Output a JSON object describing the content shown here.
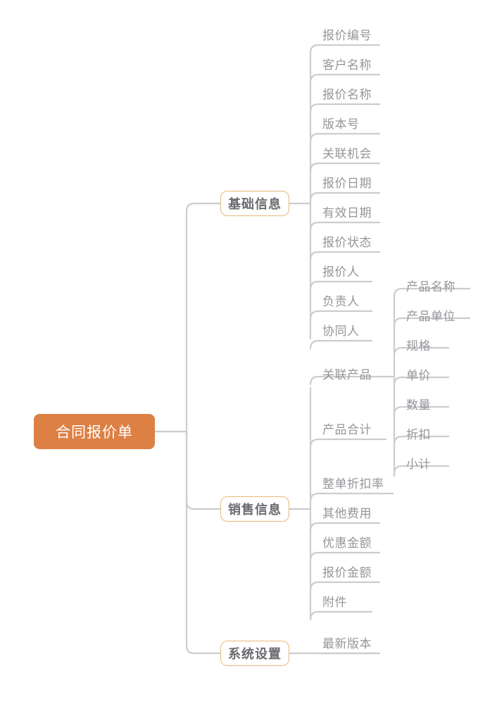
{
  "diagram": {
    "type": "mindmap",
    "title": "合同报价单",
    "colors": {
      "root_fill": "#DD8044",
      "root_text": "#FFFFFF",
      "branch_border": "#E8B878",
      "branch_text": "#6B6B70",
      "leaf_text": "#96969B",
      "connector": "#CCCCD1",
      "background": "#FFFFFF"
    },
    "root": {
      "label": "合同报价单"
    },
    "branches": [
      {
        "label": "基础信息",
        "children": [
          {
            "label": "报价编号"
          },
          {
            "label": "客户名称"
          },
          {
            "label": "报价名称"
          },
          {
            "label": "版本号"
          },
          {
            "label": "关联机会"
          },
          {
            "label": "报价日期"
          },
          {
            "label": "有效日期"
          },
          {
            "label": "报价状态"
          },
          {
            "label": "报价人"
          },
          {
            "label": "负责人"
          },
          {
            "label": "协同人"
          }
        ]
      },
      {
        "label": "销售信息",
        "children": [
          {
            "label": "关联产品",
            "children": [
              {
                "label": "产品名称"
              },
              {
                "label": "产品单位"
              },
              {
                "label": "规格"
              },
              {
                "label": "单价"
              },
              {
                "label": "数量"
              },
              {
                "label": "折扣"
              },
              {
                "label": "小计"
              }
            ]
          },
          {
            "label": "产品合计"
          },
          {
            "label": "整单折扣率"
          },
          {
            "label": "其他费用"
          },
          {
            "label": "优惠金额"
          },
          {
            "label": "报价金额"
          },
          {
            "label": "附件"
          }
        ]
      },
      {
        "label": "系统设置",
        "children": [
          {
            "label": "最新版本"
          }
        ]
      }
    ]
  }
}
